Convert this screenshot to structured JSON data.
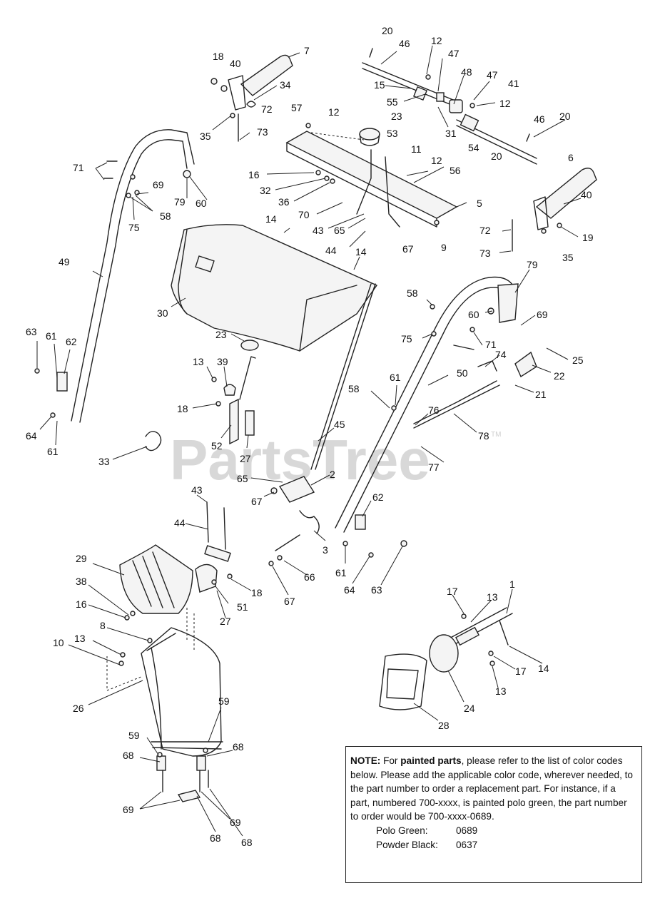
{
  "watermark": "PartsTree",
  "watermark_tm": "TM",
  "callouts": [
    {
      "id": "c20a",
      "text": "20"
    },
    {
      "id": "c46a",
      "text": "46"
    },
    {
      "id": "c12a",
      "text": "12"
    },
    {
      "id": "c47a",
      "text": "47"
    },
    {
      "id": "c48",
      "text": "48"
    },
    {
      "id": "c47b",
      "text": "47"
    },
    {
      "id": "c41",
      "text": "41"
    },
    {
      "id": "c15",
      "text": "15"
    },
    {
      "id": "c55",
      "text": "55"
    },
    {
      "id": "c12b",
      "text": "12"
    },
    {
      "id": "c31",
      "text": "31"
    },
    {
      "id": "c54",
      "text": "54"
    },
    {
      "id": "c20b",
      "text": "20"
    },
    {
      "id": "c46b",
      "text": "46"
    },
    {
      "id": "c20c",
      "text": "20"
    },
    {
      "id": "c18a",
      "text": "18"
    },
    {
      "id": "c40a",
      "text": "40"
    },
    {
      "id": "c7",
      "text": "7"
    },
    {
      "id": "c34",
      "text": "34"
    },
    {
      "id": "c72a",
      "text": "72"
    },
    {
      "id": "c35a",
      "text": "35"
    },
    {
      "id": "c73a",
      "text": "73"
    },
    {
      "id": "c57",
      "text": "57"
    },
    {
      "id": "c12c",
      "text": "12"
    },
    {
      "id": "c23a",
      "text": "23"
    },
    {
      "id": "c53",
      "text": "53"
    },
    {
      "id": "c11",
      "text": "11"
    },
    {
      "id": "c12d",
      "text": "12"
    },
    {
      "id": "c56",
      "text": "56"
    },
    {
      "id": "c6",
      "text": "6"
    },
    {
      "id": "c40b",
      "text": "40"
    },
    {
      "id": "c5",
      "text": "5"
    },
    {
      "id": "c19",
      "text": "19"
    },
    {
      "id": "c35b",
      "text": "35"
    },
    {
      "id": "c72b",
      "text": "72"
    },
    {
      "id": "c73b",
      "text": "73"
    },
    {
      "id": "c9",
      "text": "9"
    },
    {
      "id": "c67a",
      "text": "67"
    },
    {
      "id": "c71a",
      "text": "71"
    },
    {
      "id": "c69a",
      "text": "69"
    },
    {
      "id": "c79a",
      "text": "79"
    },
    {
      "id": "c60a",
      "text": "60"
    },
    {
      "id": "c58a",
      "text": "58"
    },
    {
      "id": "c75a",
      "text": "75"
    },
    {
      "id": "c16a",
      "text": "16"
    },
    {
      "id": "c32",
      "text": "32"
    },
    {
      "id": "c36",
      "text": "36"
    },
    {
      "id": "c70",
      "text": "70"
    },
    {
      "id": "c43a",
      "text": "43"
    },
    {
      "id": "c65a",
      "text": "65"
    },
    {
      "id": "c44a",
      "text": "44"
    },
    {
      "id": "c14a",
      "text": "14"
    },
    {
      "id": "c14b",
      "text": "14"
    },
    {
      "id": "c49",
      "text": "49"
    },
    {
      "id": "c30",
      "text": "30"
    },
    {
      "id": "c23b",
      "text": "23"
    },
    {
      "id": "c79b",
      "text": "79"
    },
    {
      "id": "c58b",
      "text": "58"
    },
    {
      "id": "c60b",
      "text": "60"
    },
    {
      "id": "c69b",
      "text": "69"
    },
    {
      "id": "c75b",
      "text": "75"
    },
    {
      "id": "c71b",
      "text": "71"
    },
    {
      "id": "c25",
      "text": "25"
    },
    {
      "id": "c74",
      "text": "74"
    },
    {
      "id": "c22",
      "text": "22"
    },
    {
      "id": "c21",
      "text": "21"
    },
    {
      "id": "c63a",
      "text": "63"
    },
    {
      "id": "c61a",
      "text": "61"
    },
    {
      "id": "c62a",
      "text": "62"
    },
    {
      "id": "c64a",
      "text": "64"
    },
    {
      "id": "c61b",
      "text": "61"
    },
    {
      "id": "c13a",
      "text": "13"
    },
    {
      "id": "c39",
      "text": "39"
    },
    {
      "id": "c18b",
      "text": "18"
    },
    {
      "id": "c52",
      "text": "52"
    },
    {
      "id": "c27a",
      "text": "27"
    },
    {
      "id": "c33",
      "text": "33"
    },
    {
      "id": "c50",
      "text": "50"
    },
    {
      "id": "c61c",
      "text": "61"
    },
    {
      "id": "c58c",
      "text": "58"
    },
    {
      "id": "c76",
      "text": "76"
    },
    {
      "id": "c78",
      "text": "78"
    },
    {
      "id": "c45",
      "text": "45"
    },
    {
      "id": "c77",
      "text": "77"
    },
    {
      "id": "c65b",
      "text": "65"
    },
    {
      "id": "c2",
      "text": "2"
    },
    {
      "id": "c67b",
      "text": "67"
    },
    {
      "id": "c43b",
      "text": "43"
    },
    {
      "id": "c44b",
      "text": "44"
    },
    {
      "id": "c62b",
      "text": "62"
    },
    {
      "id": "c3",
      "text": "3"
    },
    {
      "id": "c66",
      "text": "66"
    },
    {
      "id": "c67c",
      "text": "67"
    },
    {
      "id": "c61d",
      "text": "61"
    },
    {
      "id": "c64b",
      "text": "64"
    },
    {
      "id": "c63b",
      "text": "63"
    },
    {
      "id": "c29",
      "text": "29"
    },
    {
      "id": "c38",
      "text": "38"
    },
    {
      "id": "c16b",
      "text": "16"
    },
    {
      "id": "c18c",
      "text": "18"
    },
    {
      "id": "c51",
      "text": "51"
    },
    {
      "id": "c27b",
      "text": "27"
    },
    {
      "id": "c8",
      "text": "8"
    },
    {
      "id": "c13b",
      "text": "13"
    },
    {
      "id": "c10",
      "text": "10"
    },
    {
      "id": "c26",
      "text": "26"
    },
    {
      "id": "c59a",
      "text": "59"
    },
    {
      "id": "c59b",
      "text": "59"
    },
    {
      "id": "c68a",
      "text": "68"
    },
    {
      "id": "c68b",
      "text": "68"
    },
    {
      "id": "c69c",
      "text": "69"
    },
    {
      "id": "c69d",
      "text": "69"
    },
    {
      "id": "c68c",
      "text": "68"
    },
    {
      "id": "c68d",
      "text": "68"
    },
    {
      "id": "c17a",
      "text": "17"
    },
    {
      "id": "c13c",
      "text": "13"
    },
    {
      "id": "c1",
      "text": "1"
    },
    {
      "id": "c14c",
      "text": "14"
    },
    {
      "id": "c17b",
      "text": "17"
    },
    {
      "id": "c13d",
      "text": "13"
    },
    {
      "id": "c24",
      "text": "24"
    },
    {
      "id": "c28",
      "text": "28"
    }
  ],
  "note": {
    "lead": "NOTE:",
    "t1": " For ",
    "bold": "painted parts",
    "t2": ", please refer to the list of color codes below. Please add the applicable color code, wherever needed, to the part number to order a replacement part. For instance, if a part, numbered 700-xxxx, is painted polo green, the part number to order would be 700-xxxx-0689.",
    "colors": [
      {
        "name": "Polo Green:",
        "code": "0689"
      },
      {
        "name": "Powder Black:",
        "code": "0637"
      }
    ]
  }
}
